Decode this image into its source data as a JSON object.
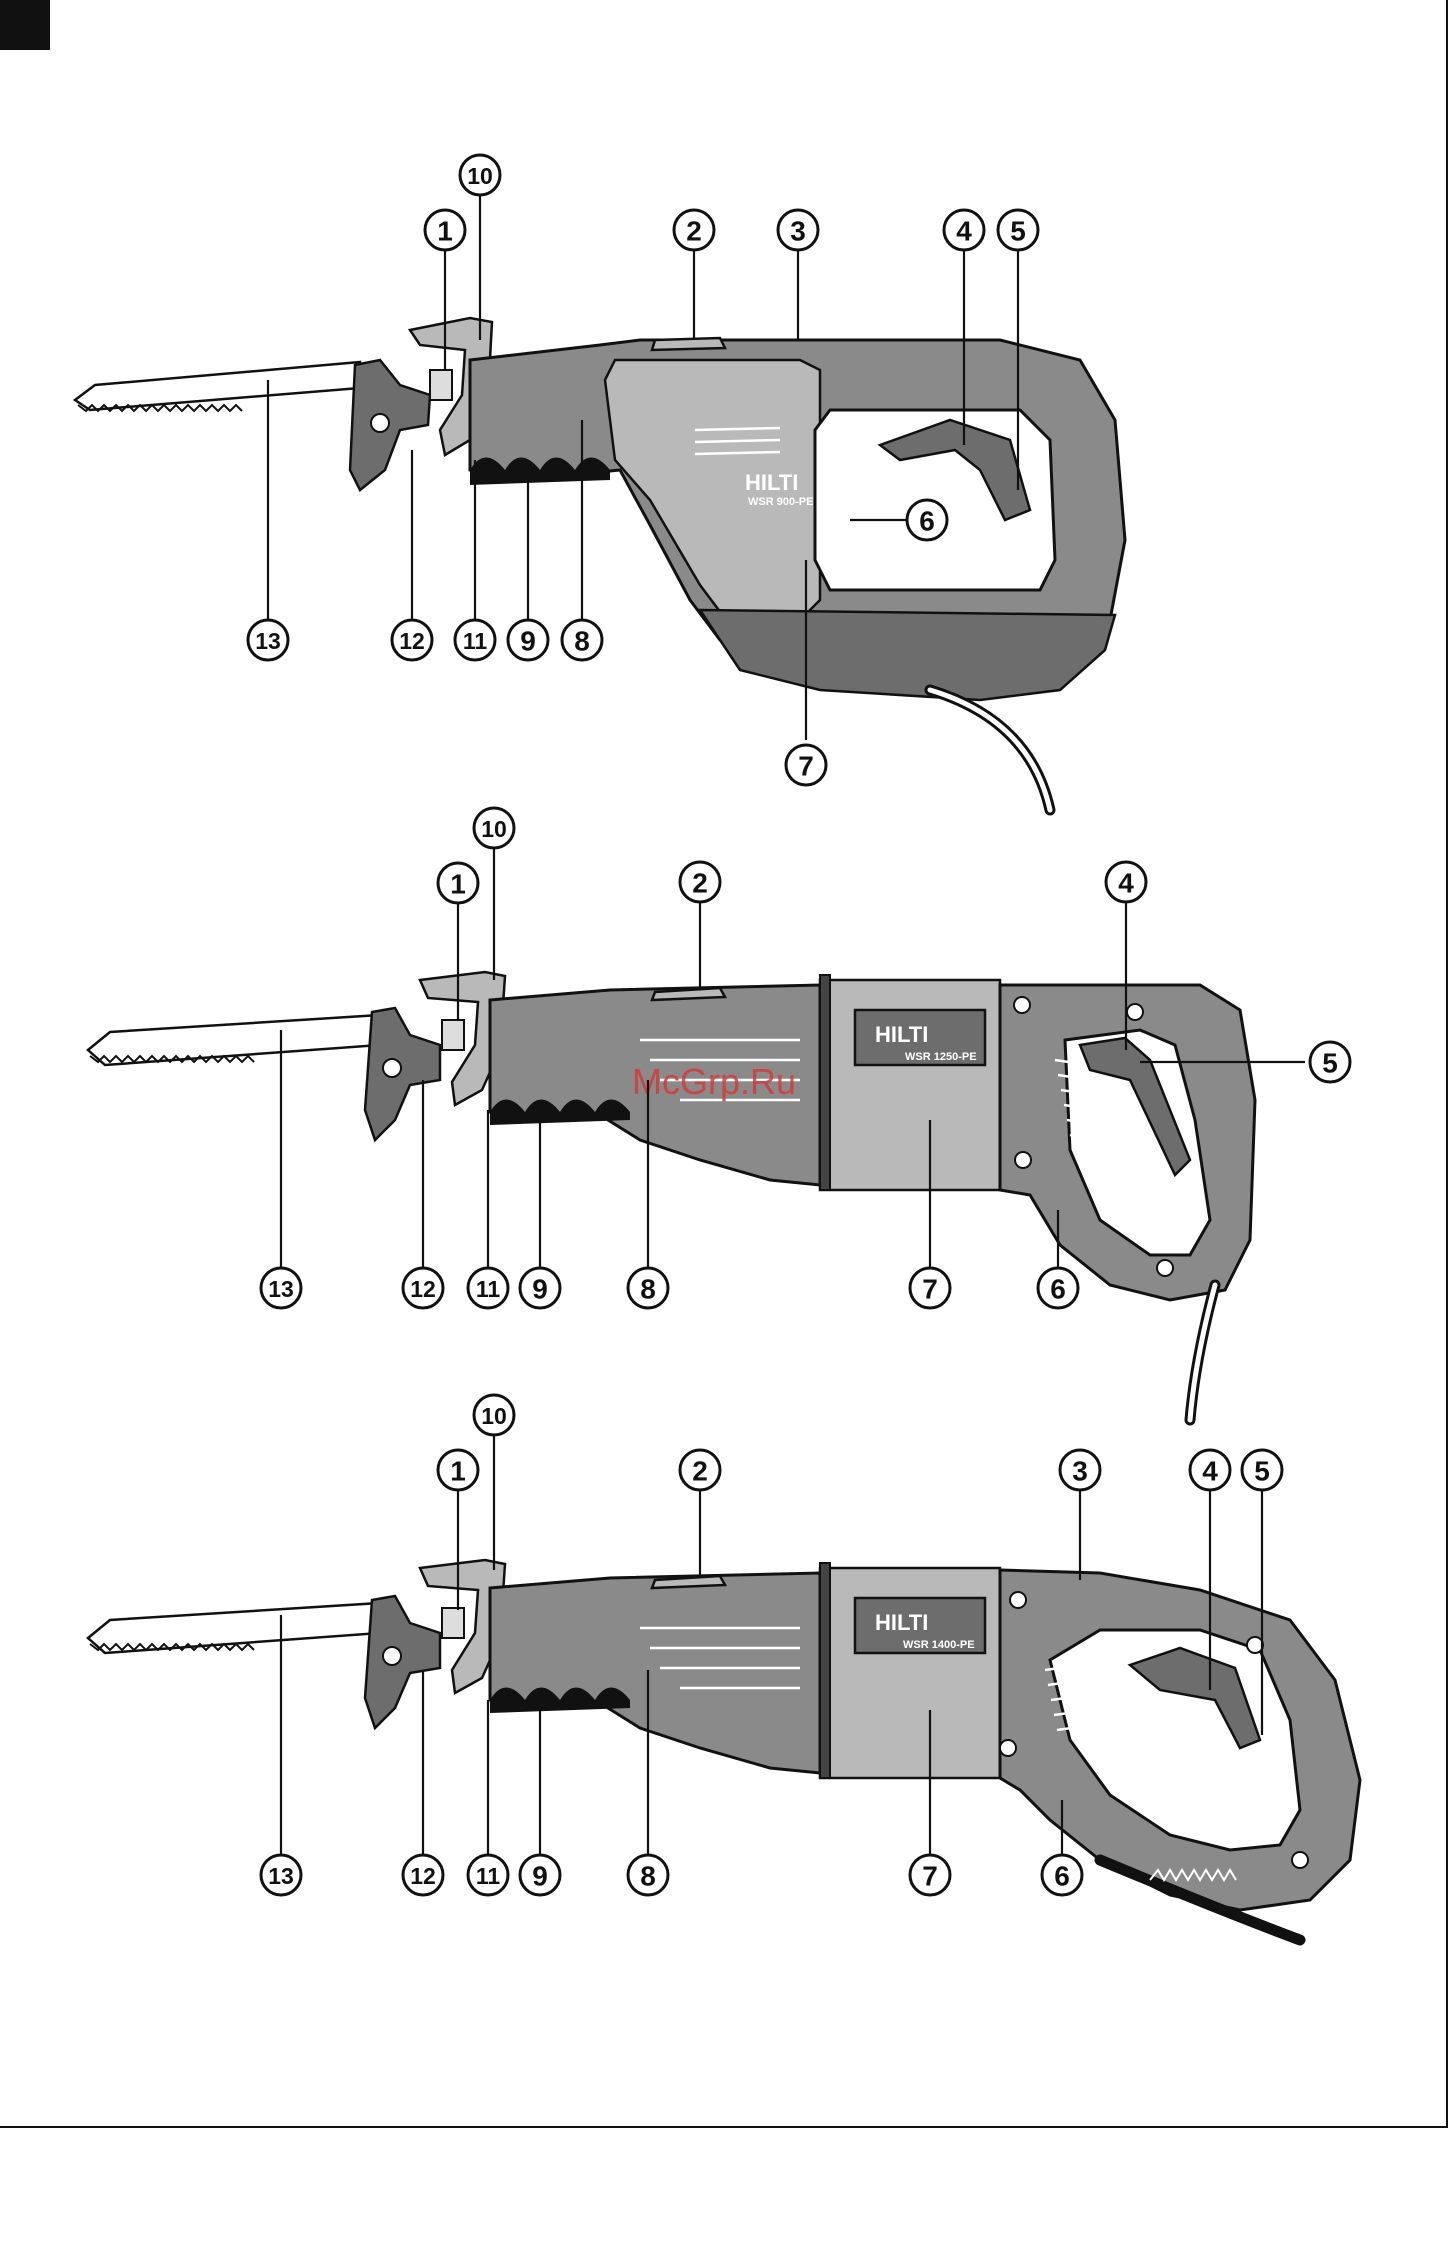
{
  "brand": "HILTI",
  "watermark": "McGrp.Ru",
  "figures": [
    {
      "id": "wsr900",
      "model": "WSR 900-PE",
      "callouts": [
        "1",
        "2",
        "3",
        "4",
        "5",
        "6",
        "7",
        "8",
        "9",
        "10",
        "11",
        "12",
        "13"
      ]
    },
    {
      "id": "wsr1250",
      "model": "WSR 1250-PE",
      "callouts": [
        "1",
        "2",
        "4",
        "5",
        "6",
        "7",
        "8",
        "9",
        "10",
        "11",
        "12",
        "13"
      ]
    },
    {
      "id": "wsr1400",
      "model": "WSR 1400-PE",
      "callouts": [
        "1",
        "2",
        "3",
        "4",
        "5",
        "6",
        "7",
        "8",
        "9",
        "10",
        "11",
        "12",
        "13"
      ]
    }
  ],
  "colors": {
    "body": "#8a8a8a",
    "light": "#b9b9b9",
    "dark": "#6d6d6d",
    "ink": "#111111",
    "watermark": "#d63a3a"
  }
}
